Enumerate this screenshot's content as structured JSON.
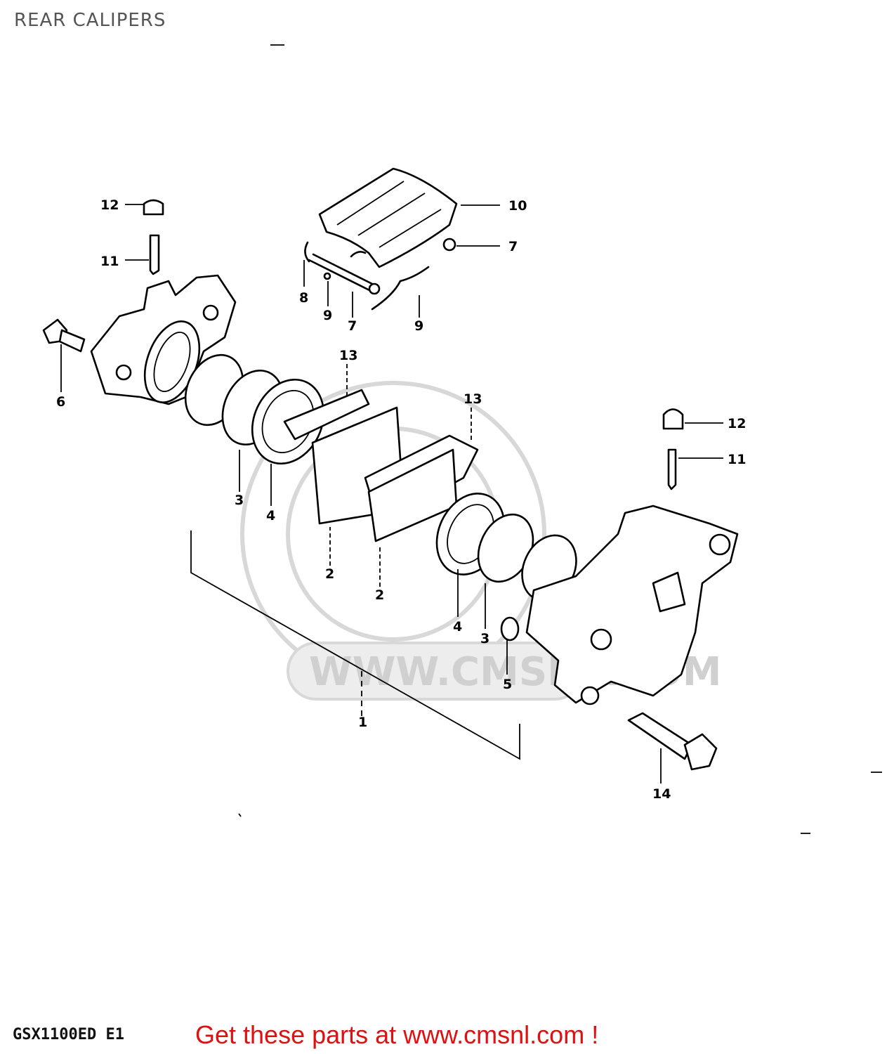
{
  "header": {
    "title": "REAR CALIPERS"
  },
  "footer": {
    "model": "GSX1100ED E1",
    "cta": "Get these parts at www.cmsnl.com !"
  },
  "watermark": {
    "text": "WWW.CMSNL.COM"
  },
  "labels": {
    "l1": "1",
    "l2a": "2",
    "l2b": "2",
    "l3a": "3",
    "l3b": "3",
    "l4a": "4",
    "l4b": "4",
    "l5": "5",
    "l6": "6",
    "l7a": "7",
    "l7b": "7",
    "l8": "8",
    "l9a": "9",
    "l9b": "9",
    "l10": "10",
    "l11a": "11",
    "l11b": "11",
    "l12a": "12",
    "l12b": "12",
    "l13a": "13",
    "l13b": "13",
    "l14": "14"
  }
}
